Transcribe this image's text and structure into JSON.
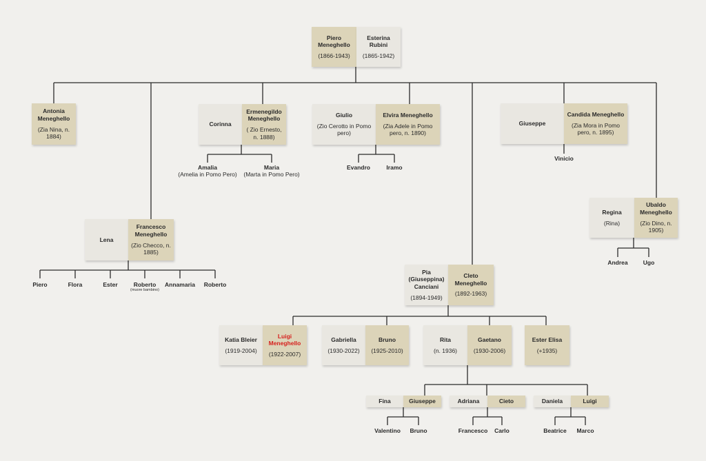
{
  "root": {
    "left": {
      "name": "Piero Meneghello",
      "dates": "(1866-1943)"
    },
    "right": {
      "name": "Esterina Rubini",
      "dates": "(1865-1942)"
    }
  },
  "antonia": {
    "name": "Antonia Meneghello",
    "note": "(Zia Nina, n. 1884)"
  },
  "ermenegildo": {
    "spouse": {
      "name": "Corinna"
    },
    "main": {
      "name": "Ermenegildo Meneghello",
      "note": "( Zio Ernesto, n. 1888)"
    },
    "children": [
      {
        "name": "Amalia",
        "sub": "(Amelia in Pomo Pero)"
      },
      {
        "name": "Maria",
        "sub": "(Marta in Pomo Pero)"
      }
    ]
  },
  "elvira": {
    "spouse": {
      "name": "Giulio",
      "note": "(Zio Cerotto in Pomo pero)"
    },
    "main": {
      "name": "Elvira Meneghello",
      "note": "(Zia Adele in Pomo pero, n. 1890)"
    },
    "children": [
      {
        "name": "Evandro"
      },
      {
        "name": "Iramo"
      }
    ]
  },
  "candida": {
    "spouse": {
      "name": "Giuseppe"
    },
    "main": {
      "name": "Candida Meneghello",
      "note": "(Zia Mora in Pomo pero, n. 1895)"
    },
    "children": [
      {
        "name": "Vinicio"
      }
    ]
  },
  "ubaldo": {
    "spouse": {
      "name": "Regina",
      "note": "(Rina)"
    },
    "main": {
      "name": "Ubaldo Meneghello",
      "note": "(Zio Dino, n. 1905)"
    },
    "children": [
      {
        "name": "Andrea"
      },
      {
        "name": "Ugo"
      }
    ]
  },
  "francesco": {
    "spouse": {
      "name": "Lena"
    },
    "main": {
      "name": "Francesco Meneghello",
      "note": "(Zio Checco, n. 1885)"
    },
    "children": [
      {
        "name": "Piero"
      },
      {
        "name": "Flora"
      },
      {
        "name": "Ester"
      },
      {
        "name": "Roberto",
        "tiny": "(muore bambino)"
      },
      {
        "name": "Annamaria"
      },
      {
        "name": "Roberto"
      }
    ]
  },
  "cleto": {
    "spouse": {
      "name": "Pia (Giuseppina) Canciani",
      "dates": "(1894-1949)"
    },
    "main": {
      "name": "Cleto Meneghello",
      "dates": "(1892-1963)"
    }
  },
  "luigi": {
    "spouse": {
      "name": "Katia Bleier",
      "dates": "(1919-2004)"
    },
    "main": {
      "name": "Luigi Meneghello",
      "dates": "(1922-2007)"
    }
  },
  "bruno": {
    "spouse": {
      "name": "Gabriella",
      "dates": "(1930-2022)"
    },
    "main": {
      "name": "Bruno",
      "dates": "(1925-2010)"
    }
  },
  "gaetano": {
    "spouse": {
      "name": "Rita",
      "dates": "(n. 1936)"
    },
    "main": {
      "name": "Gaetano",
      "dates": "(1930-2006)"
    }
  },
  "esterelisa": {
    "name": "Ester Elisa",
    "dates": "(+1935)"
  },
  "giuseppe2": {
    "spouse": {
      "name": "Fina"
    },
    "main": {
      "name": "Giuseppe"
    },
    "children": [
      {
        "name": "Valentino"
      },
      {
        "name": "Bruno"
      }
    ]
  },
  "cieto": {
    "spouse": {
      "name": "Adriana"
    },
    "main": {
      "name": "Cieto"
    },
    "children": [
      {
        "name": "Francesco"
      },
      {
        "name": "Carlo"
      }
    ]
  },
  "luigi2": {
    "spouse": {
      "name": "Daniela"
    },
    "main": {
      "name": "Luigi"
    },
    "children": [
      {
        "name": "Beatrice"
      },
      {
        "name": "Marco"
      }
    ]
  },
  "colors": {
    "main_box": "#dcd4b9",
    "spouse_box": "#e9e7e1",
    "line": "#2a2a2a",
    "highlight": "#d6201d",
    "background": "#f1f0ed"
  }
}
